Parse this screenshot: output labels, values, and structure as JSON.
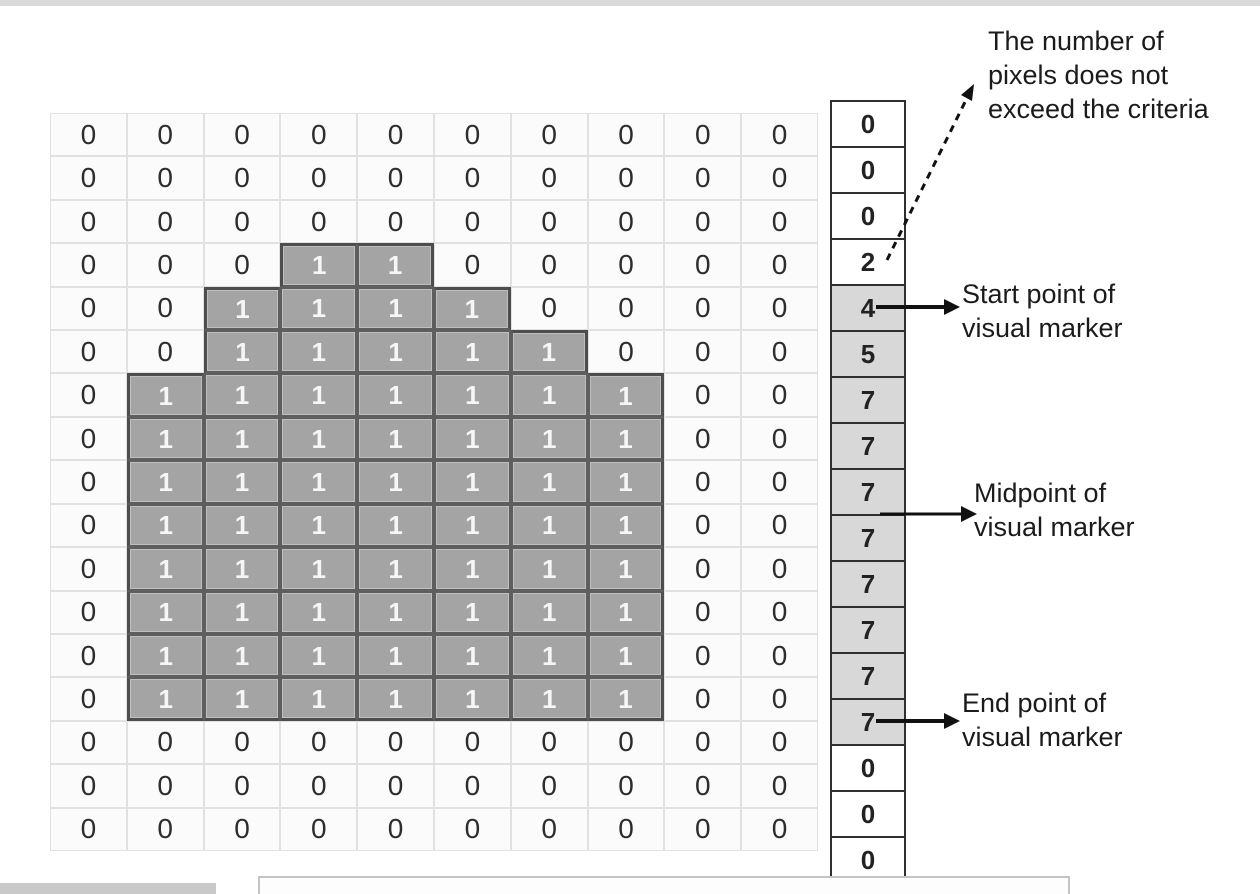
{
  "figure": {
    "description": "Binary image grid with horizontal projection histogram used to locate a visual marker",
    "grid": {
      "rows": 17,
      "cols": 10,
      "matrix": [
        [
          0,
          0,
          0,
          0,
          0,
          0,
          0,
          0,
          0,
          0
        ],
        [
          0,
          0,
          0,
          0,
          0,
          0,
          0,
          0,
          0,
          0
        ],
        [
          0,
          0,
          0,
          0,
          0,
          0,
          0,
          0,
          0,
          0
        ],
        [
          0,
          0,
          0,
          1,
          1,
          0,
          0,
          0,
          0,
          0
        ],
        [
          0,
          0,
          1,
          1,
          1,
          1,
          0,
          0,
          0,
          0
        ],
        [
          0,
          0,
          1,
          1,
          1,
          1,
          1,
          0,
          0,
          0
        ],
        [
          0,
          1,
          1,
          1,
          1,
          1,
          1,
          1,
          0,
          0
        ],
        [
          0,
          1,
          1,
          1,
          1,
          1,
          1,
          1,
          0,
          0
        ],
        [
          0,
          1,
          1,
          1,
          1,
          1,
          1,
          1,
          0,
          0
        ],
        [
          0,
          1,
          1,
          1,
          1,
          1,
          1,
          1,
          0,
          0
        ],
        [
          0,
          1,
          1,
          1,
          1,
          1,
          1,
          1,
          0,
          0
        ],
        [
          0,
          1,
          1,
          1,
          1,
          1,
          1,
          1,
          0,
          0
        ],
        [
          0,
          1,
          1,
          1,
          1,
          1,
          1,
          1,
          0,
          0
        ],
        [
          0,
          1,
          1,
          1,
          1,
          1,
          1,
          1,
          0,
          0
        ],
        [
          0,
          0,
          0,
          0,
          0,
          0,
          0,
          0,
          0,
          0
        ],
        [
          0,
          0,
          0,
          0,
          0,
          0,
          0,
          0,
          0,
          0
        ],
        [
          0,
          0,
          0,
          0,
          0,
          0,
          0,
          0,
          0,
          0
        ]
      ]
    },
    "row_sums": {
      "values": [
        0,
        0,
        0,
        2,
        4,
        5,
        7,
        7,
        7,
        7,
        7,
        7,
        7,
        7,
        0,
        0,
        0
      ],
      "shaded_from_index": 4,
      "shaded_to_index": 13
    },
    "annotations": {
      "criteria": {
        "line1": "The number of",
        "line2": "pixels does not",
        "line3": "exceed the criteria",
        "points_at_value": 2,
        "arrow_style": "dashed"
      },
      "start": {
        "line1": "Start point of",
        "line2": "visual marker",
        "points_at_value": 4,
        "arrow_style": "solid"
      },
      "midpoint": {
        "line1": "Midpoint of",
        "line2": "visual marker",
        "points_at": "boundary between rows 9 and 10",
        "arrow_style": "solid"
      },
      "end": {
        "line1": "End point of",
        "line2": "visual marker",
        "points_at_value": 7,
        "arrow_style": "solid"
      }
    },
    "colors": {
      "on_fill": "#a4a4a4",
      "on_text": "#f6f6f6",
      "on_border": "#5e5e5e",
      "cluster_border": "#4d4d4d",
      "off_fill": "#fbfbfb",
      "off_text": "#2d2d2d",
      "off_line": "#e1e1e1",
      "sum_border": "#2f2f2f",
      "sum_shaded": "#d8d8d8",
      "sum_white": "#ffffff",
      "sum_text": "#222222",
      "annotation_text": "#1b1b1b",
      "arrow": "#111111"
    }
  }
}
